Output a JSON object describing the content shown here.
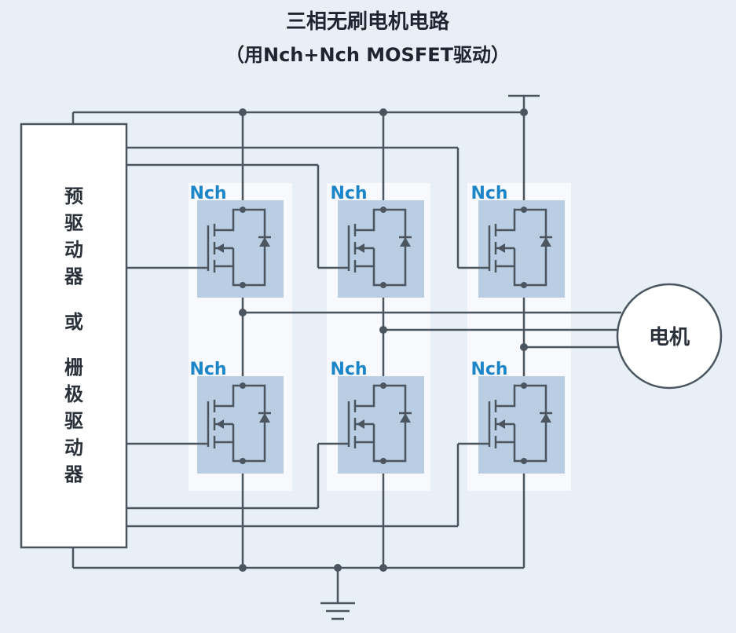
{
  "title": {
    "line1": "三相无刷电机电路",
    "line2": "（用Nch+Nch MOSFET驱动）"
  },
  "driver": {
    "chars": [
      "预",
      "驱",
      "动",
      "器",
      "或",
      "栅",
      "极",
      "驱",
      "动",
      "器"
    ]
  },
  "transistors": [
    {
      "label": "Nch"
    },
    {
      "label": "Nch"
    },
    {
      "label": "Nch"
    },
    {
      "label": "Nch"
    },
    {
      "label": "Nch"
    },
    {
      "label": "Nch"
    }
  ],
  "motor": {
    "label": "电机"
  }
}
